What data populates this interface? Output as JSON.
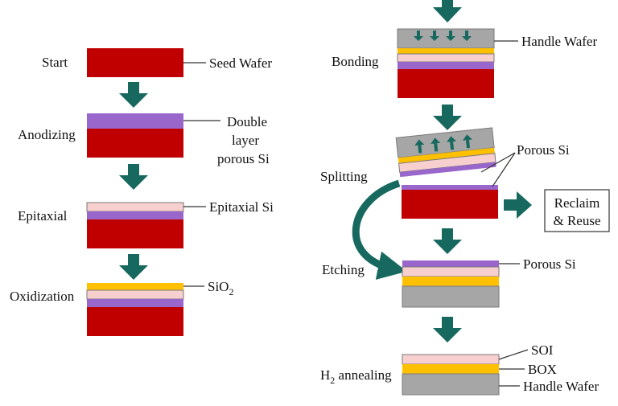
{
  "steps": {
    "start": "Start",
    "anodizing": "Anodizing",
    "epitaxial": "Epitaxial",
    "oxidization": "Oxidization",
    "bonding": "Bonding",
    "splitting": "Splitting",
    "etching": "Etching",
    "h2_annealing_h": "H",
    "h2_annealing_sub": "2",
    "h2_annealing_rest": " annealing"
  },
  "labels": {
    "seed_wafer": "Seed Wafer",
    "double_layer_1": "Double",
    "double_layer_2": "layer",
    "double_layer_3": "porous Si",
    "epitaxial_si": "Epitaxial Si",
    "sio2_main": "SiO",
    "sio2_sub": "2",
    "handle_wafer_top": "Handle Wafer",
    "porous_si_split": "Porous Si",
    "porous_si_etch": "Porous Si",
    "soi": "SOI",
    "box": "BOX",
    "handle_wafer_bottom": "Handle Wafer"
  },
  "reclaim_box": {
    "line1": "Reclaim",
    "line2": "& Reuse"
  },
  "colors": {
    "seed_red": "#c00000",
    "porous_purple": "#9966cc",
    "epi_pink": "#f8cfcf",
    "oxide_yellow": "#ffc000",
    "handle_gray": "#a6a6a6",
    "arrow_teal": "#17695f"
  }
}
